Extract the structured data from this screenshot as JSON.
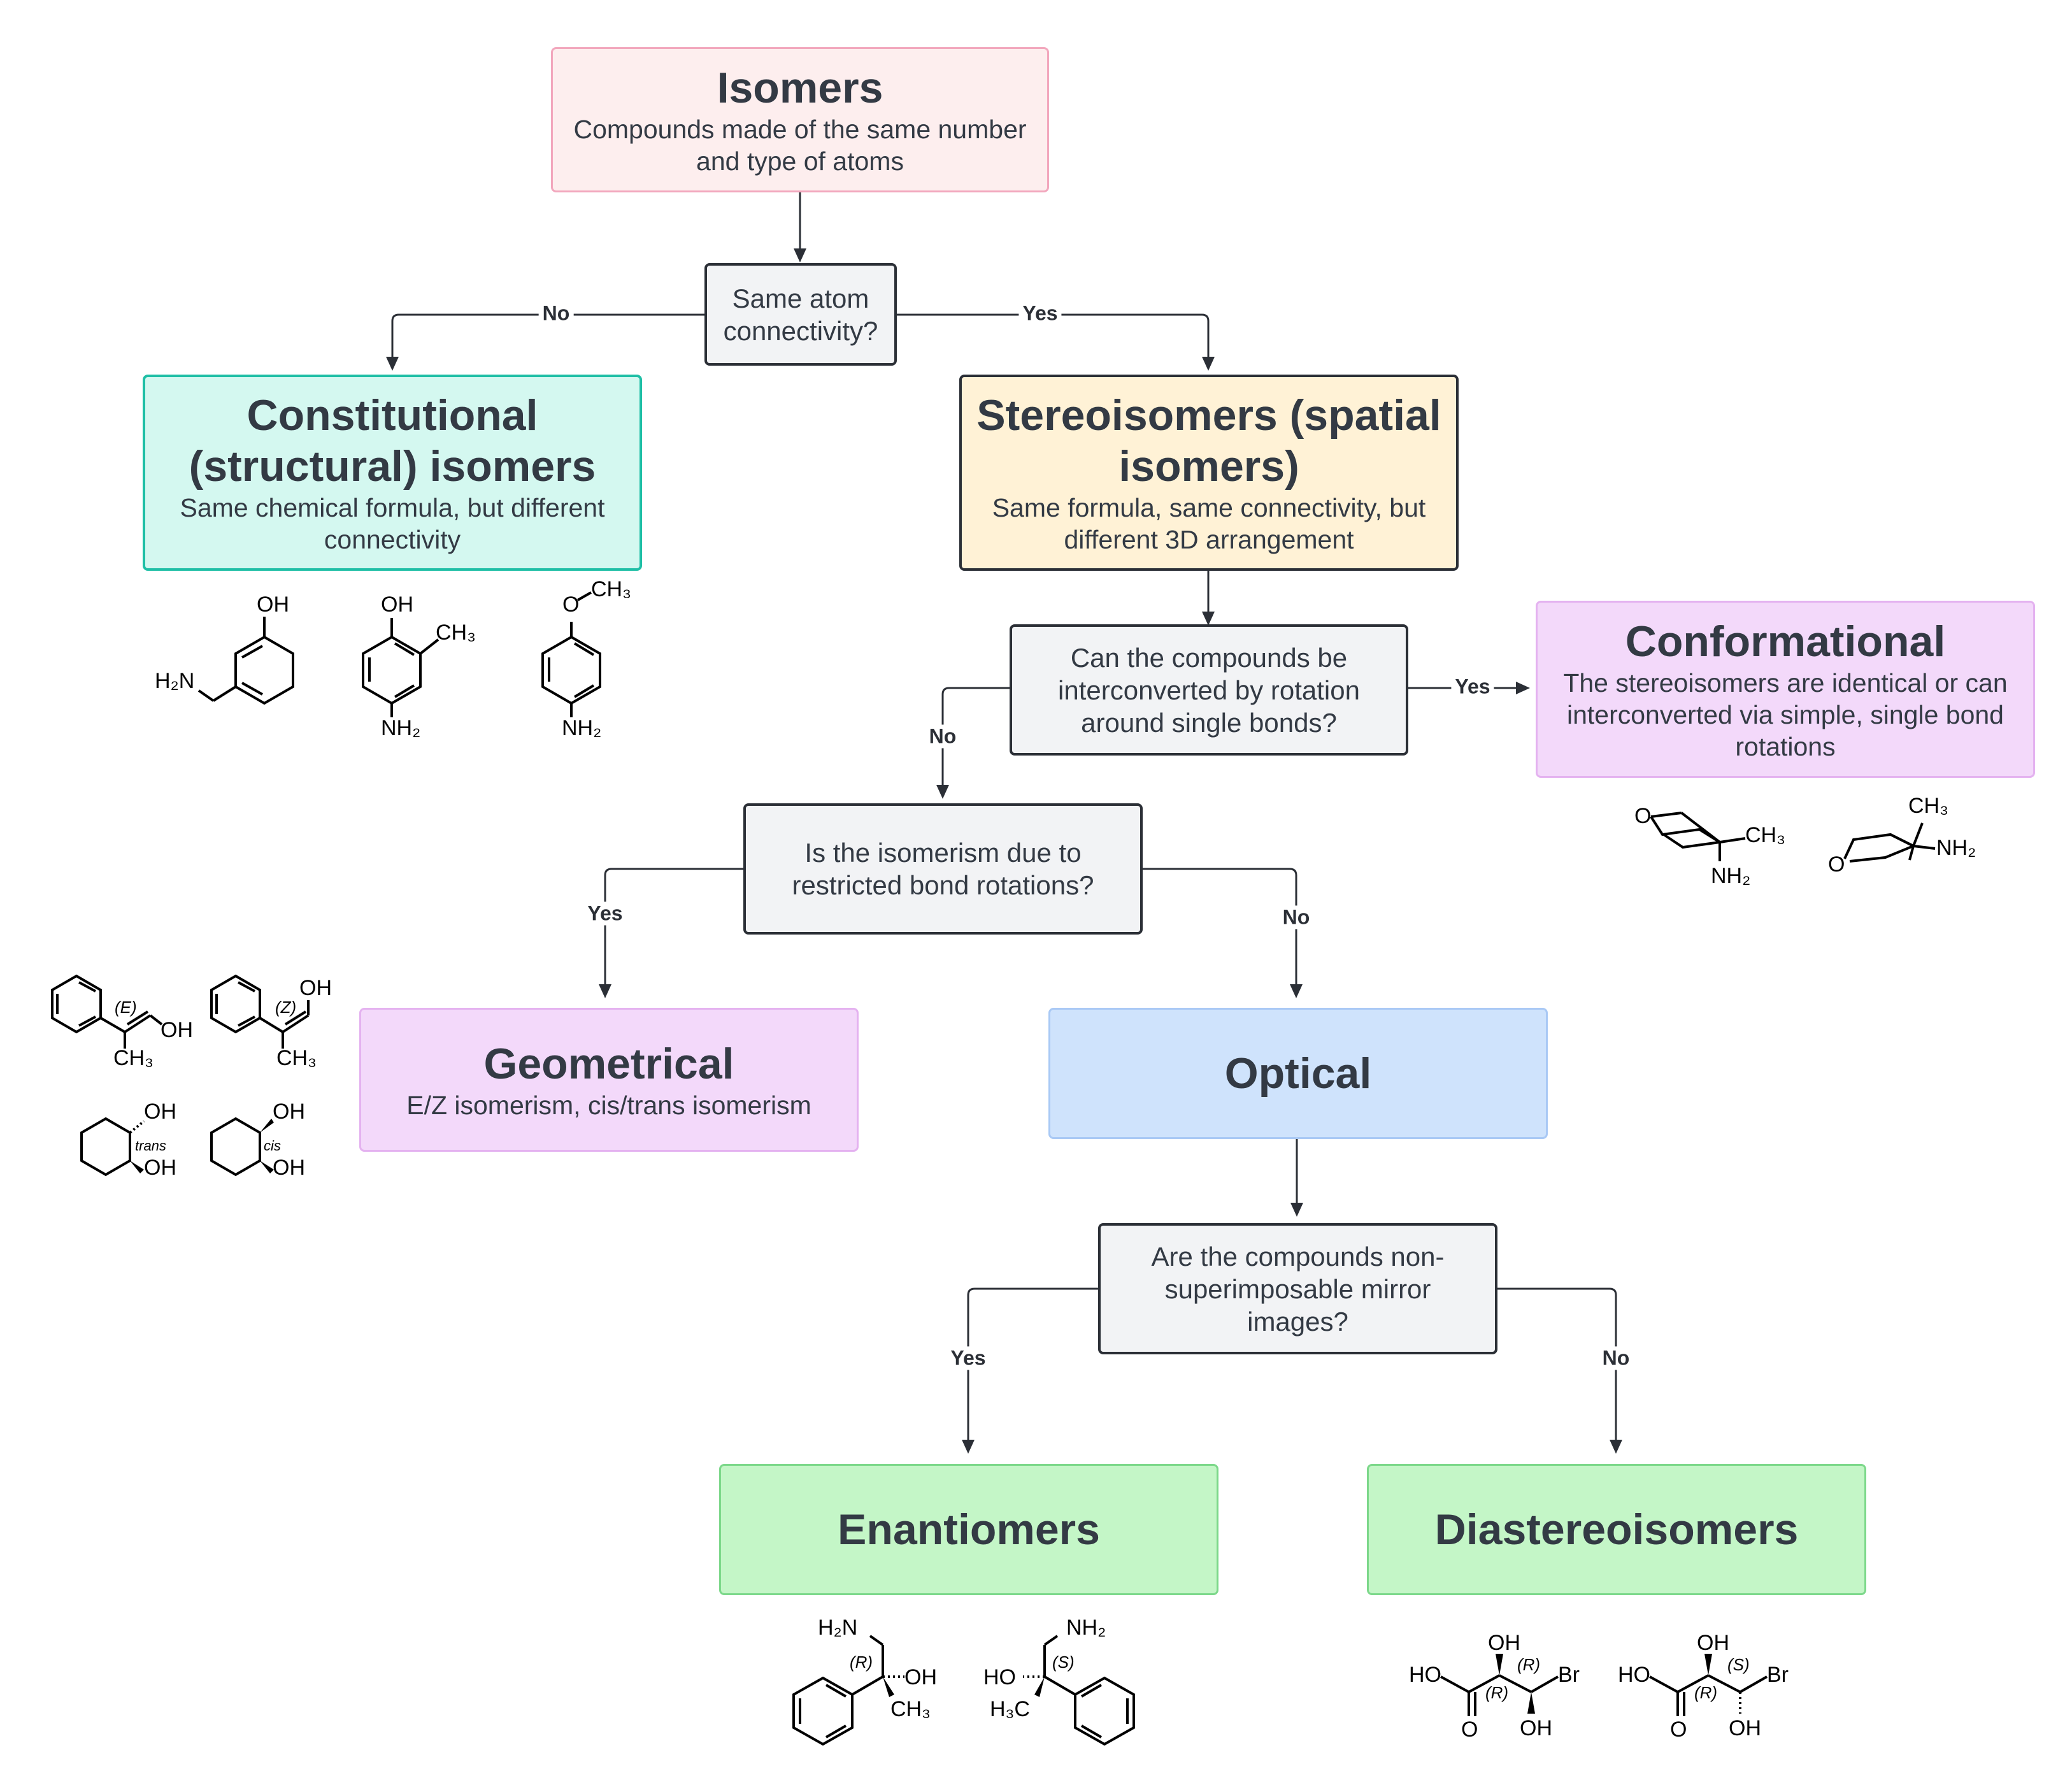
{
  "nodes": {
    "isomers": {
      "title": "Isomers",
      "desc": "Compounds made of the same number and type of atoms"
    },
    "q_connectivity": {
      "text": "Same atom connectivity?"
    },
    "constitutional": {
      "title": "Constitutional (structural) isomers",
      "desc": "Same chemical formula, but different connectivity"
    },
    "stereoisomers": {
      "title": "Stereoisomers (spatial isomers)",
      "desc": "Same formula, same connectivity, but different 3D arrangement"
    },
    "q_rotation": {
      "text": "Can the compounds be interconverted by rotation around single bonds?"
    },
    "conformational": {
      "title": "Conformational",
      "desc": "The stereoisomers are identical or can interconverted via simple, single bond rotations"
    },
    "q_restricted": {
      "text": "Is the isomerism due to restricted bond rotations?"
    },
    "geometrical": {
      "title": "Geometrical",
      "desc": "E/Z isomerism, cis/trans isomerism"
    },
    "optical": {
      "title": "Optical"
    },
    "q_mirror": {
      "text": "Are the compounds non-superimposable mirror images?"
    },
    "enantiomers": {
      "title": "Enantiomers"
    },
    "diastereoisomers": {
      "title": "Diastereoisomers"
    }
  },
  "edge_labels": {
    "connectivity_no": "No",
    "connectivity_yes": "Yes",
    "rotation_yes": "Yes",
    "rotation_no": "No",
    "restricted_yes": "Yes",
    "restricted_no": "No",
    "mirror_yes": "Yes",
    "mirror_no": "No"
  },
  "molecule_labels": {
    "oh": "OH",
    "h2n": "H₂N",
    "nh2": "NH₂",
    "ch3": "CH₃",
    "h3c": "H₃C",
    "o": "O",
    "ho": "HO",
    "br": "Br",
    "e": "(E)",
    "z": "(Z)",
    "trans": "trans",
    "cis": "cis",
    "r": "(R)",
    "s": "(S)"
  },
  "colors": {
    "isomers_fill": "#fdeeee",
    "isomers_border": "#f2a7bd",
    "constitutional_fill": "#d4f8f0",
    "constitutional_border": "#1fbfa6",
    "stereo_fill": "#fff2d6",
    "stereo_border": "#2b2f36",
    "purple_fill": "#f3d9fa",
    "purple_border": "#e4b2f0",
    "optical_fill": "#cfe3fc",
    "optical_border": "#a9c9f5",
    "green_fill": "#c4f6c7",
    "green_border": "#7cd88a",
    "decision_fill": "#f2f3f5",
    "decision_border": "#2b2f36",
    "connector": "#2b2f36"
  }
}
